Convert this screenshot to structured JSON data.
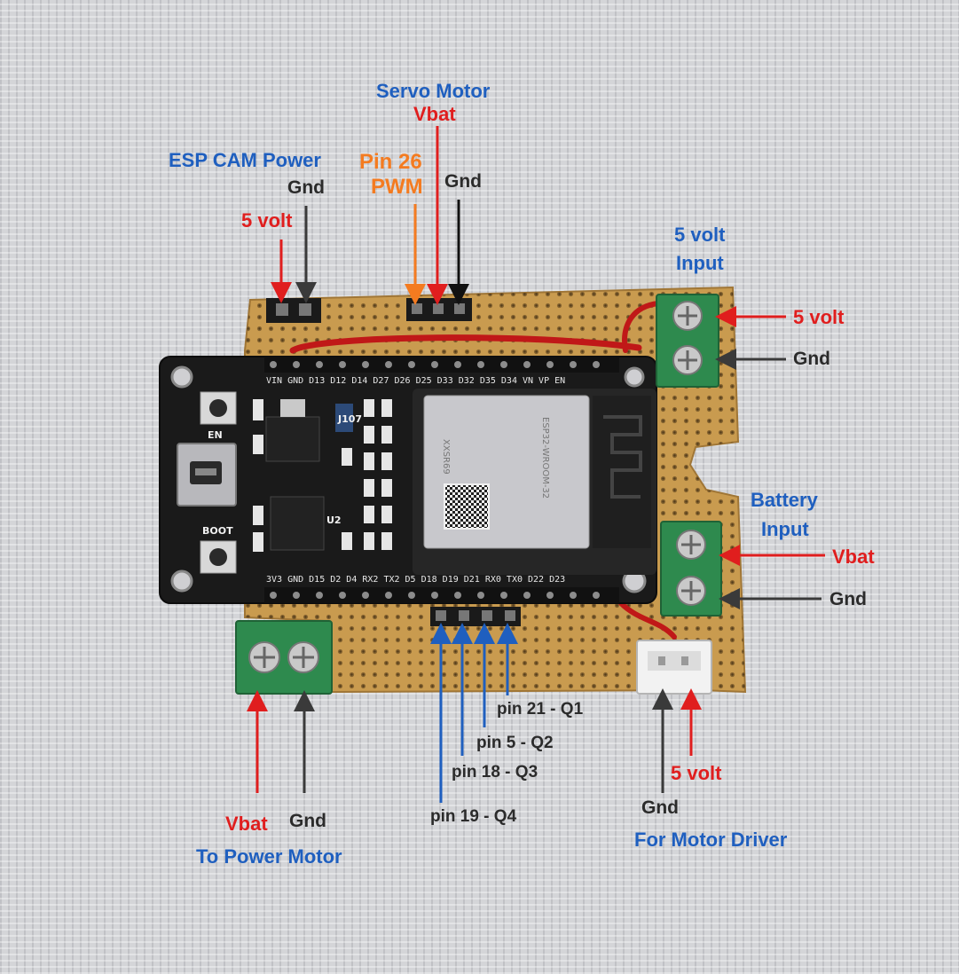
{
  "colors": {
    "label_blue": "#1f5fbf",
    "label_red": "#e01e1e",
    "label_orange": "#f47b20",
    "label_dark": "#2b2b2b",
    "perfboard": "#c99b4f",
    "terminal_block": "#2e8a4e",
    "esp_board": "#1a1a1a"
  },
  "labels": {
    "esp_cam_power": "ESP CAM Power",
    "esp_cam_5v": "5 volt",
    "esp_cam_gnd": "Gnd",
    "servo_motor": "Servo Motor",
    "servo_vbat": "Vbat",
    "servo_pin26": "Pin 26",
    "servo_pwm": "PWM",
    "servo_gnd": "Gnd",
    "input_5v_title_line1": "5 volt",
    "input_5v_title_line2": "Input",
    "input_5v_pos": "5 volt",
    "input_5v_gnd": "Gnd",
    "battery_title_line1": "Battery",
    "battery_title_line2": "Input",
    "battery_vbat": "Vbat",
    "battery_gnd": "Gnd",
    "power_motor_vbat": "Vbat",
    "power_motor_gnd": "Gnd",
    "power_motor_title": "To Power Motor",
    "pin21": "pin 21 - Q1",
    "pin5": "pin 5 - Q2",
    "pin18": "pin 18 - Q3",
    "pin19": "pin 19 - Q4",
    "driver_5v": "5 volt",
    "driver_gnd": "Gnd",
    "driver_title": "For Motor Driver"
  },
  "board": {
    "top_pin_labels": "VIN GND D13 D12 D14 D27 D26 D25 D33 D32 D35 D34 VN  VP  EN",
    "bottom_pin_labels": "3V3 GND D15  D2  D4  RX2 TX2  D5 D18 D19 D21 RX0 TX0 D22 D23",
    "btn_en": "EN",
    "btn_boot": "BOOT",
    "chip_name": "ESP32-WROOM-32",
    "chip_code": "XXSR69",
    "u2": "U2",
    "j107": "J107"
  }
}
